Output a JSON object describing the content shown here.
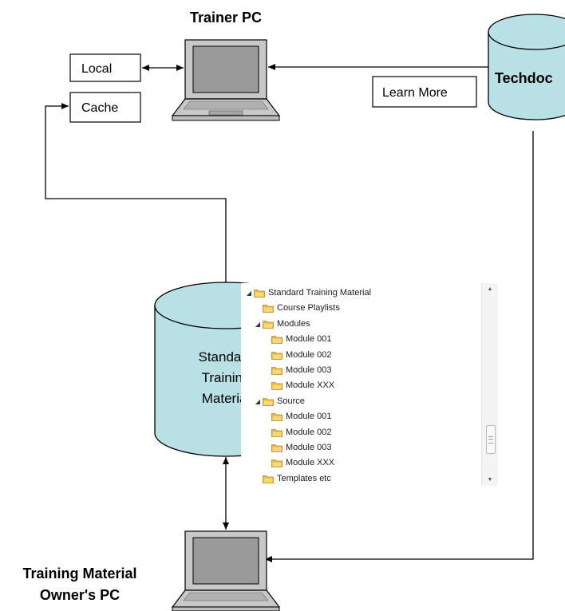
{
  "labels": {
    "trainer_pc": "Trainer PC",
    "local": "Local",
    "cache": "Cache",
    "learn_more": "Learn More",
    "techdoc": "Techdoc",
    "db_line1": "Standard",
    "db_line2": "Training",
    "db_line3": "Material",
    "owner_line1": "Training Material",
    "owner_line2": "Owner's PC"
  },
  "tree": {
    "items": [
      {
        "label": "Standard Training Material",
        "level": 0,
        "expanded": true
      },
      {
        "label": "Course Playlists",
        "level": 1,
        "expanded": null
      },
      {
        "label": "Modules",
        "level": 1,
        "expanded": true
      },
      {
        "label": "Module 001",
        "level": 2,
        "expanded": null
      },
      {
        "label": "Module 002",
        "level": 2,
        "expanded": null
      },
      {
        "label": "Module 003",
        "level": 2,
        "expanded": null
      },
      {
        "label": "Module XXX",
        "level": 2,
        "expanded": null
      },
      {
        "label": "Source",
        "level": 1,
        "expanded": true
      },
      {
        "label": "Module 001",
        "level": 2,
        "expanded": null
      },
      {
        "label": "Module 002",
        "level": 2,
        "expanded": null
      },
      {
        "label": "Module 003",
        "level": 2,
        "expanded": null
      },
      {
        "label": "Module XXX",
        "level": 2,
        "expanded": null
      },
      {
        "label": "Templates etc",
        "level": 1,
        "expanded": null
      }
    ]
  },
  "colors": {
    "cylinder_fill": "#b9e0e4",
    "laptop_body": "#c8c8c8",
    "folder": "#e8b84a"
  }
}
